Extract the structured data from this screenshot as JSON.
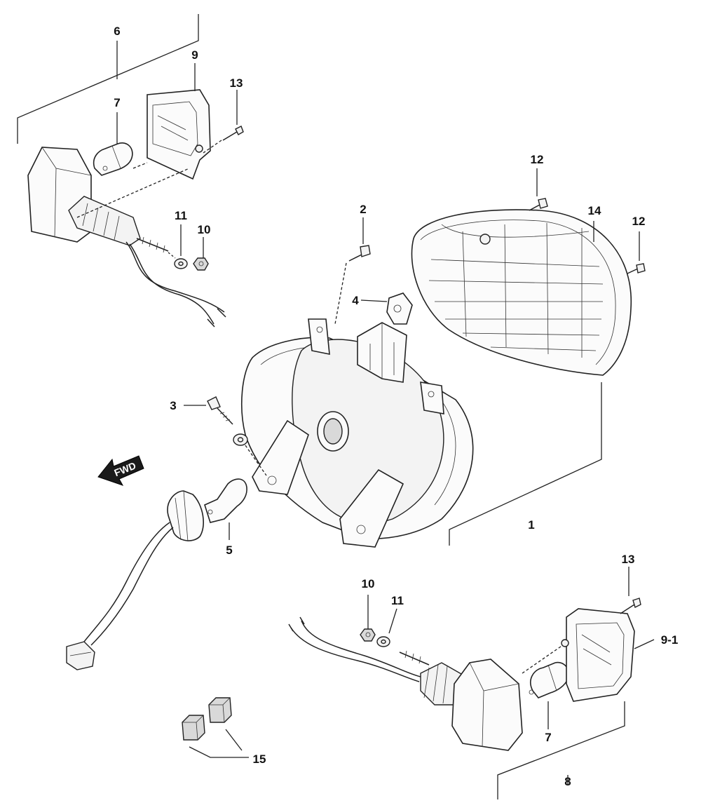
{
  "diagram": {
    "callouts": [
      {
        "id": "c6",
        "text": "6"
      },
      {
        "id": "c9",
        "text": "9"
      },
      {
        "id": "c13a",
        "text": "13"
      },
      {
        "id": "c7a",
        "text": "7"
      },
      {
        "id": "c11a",
        "text": "11"
      },
      {
        "id": "c10a",
        "text": "10"
      },
      {
        "id": "c2",
        "text": "2"
      },
      {
        "id": "c4",
        "text": "4"
      },
      {
        "id": "c12a",
        "text": "12"
      },
      {
        "id": "c14",
        "text": "14"
      },
      {
        "id": "c12b",
        "text": "12"
      },
      {
        "id": "c3",
        "text": "3"
      },
      {
        "id": "c5",
        "text": "5"
      },
      {
        "id": "c1",
        "text": "1"
      },
      {
        "id": "c10b",
        "text": "10"
      },
      {
        "id": "c11b",
        "text": "11"
      },
      {
        "id": "c13b",
        "text": "13"
      },
      {
        "id": "c9_1",
        "text": "9-1"
      },
      {
        "id": "c7b",
        "text": "7"
      },
      {
        "id": "c8",
        "text": "8"
      },
      {
        "id": "c15",
        "text": "15"
      }
    ],
    "direction_arrow": "FWD"
  }
}
